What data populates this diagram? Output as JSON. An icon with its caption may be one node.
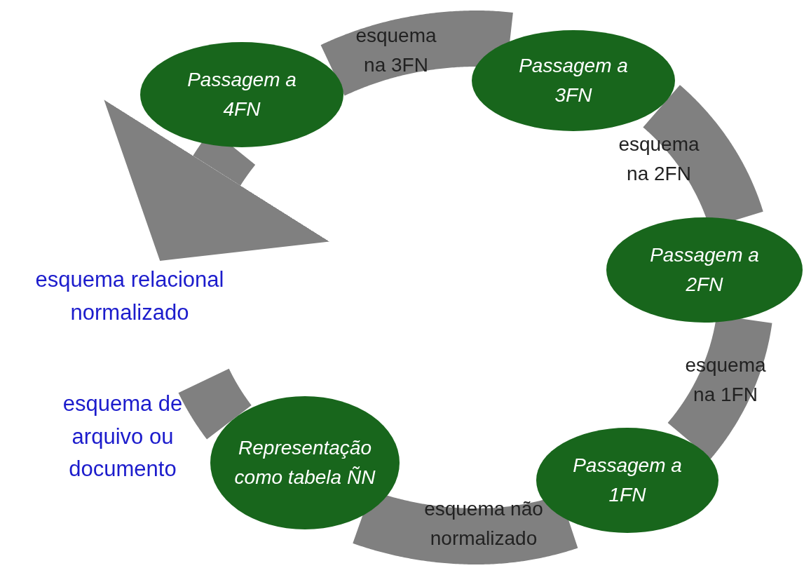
{
  "diagram": {
    "nodes": [
      {
        "text": [
          "Representação como tabela ÑN"
        ]
      },
      {
        "text": [
          "Passagem a 1FN"
        ]
      },
      {
        "text": [
          "Passagem a 2FN"
        ]
      },
      {
        "text": [
          "Passagem a 3FN"
        ]
      },
      {
        "text": [
          "Passagem a 4FN"
        ]
      },
      {
        "text": [
          "esquema relacional normalizado"
        ]
      }
    ],
    "edges": [
      {
        "from": null,
        "to": 0,
        "arrow": "none"
      },
      {
        "from": 0,
        "to": 1,
        "arrow": "none",
        "label": "esquema não normalizado"
      },
      {
        "from": 1,
        "to": 2,
        "arrow": "none",
        "label": "esquema na 1FN"
      },
      {
        "from": 2,
        "to": 3,
        "arrow": "none",
        "label": "esquema na 2FN"
      },
      {
        "from": 3,
        "to": 4,
        "arrow": "none",
        "label": "esquema na 3FN"
      },
      {
        "from": 4,
        "to": 5,
        "arrow": "to"
      }
    ],
    "labels": [
      "esquema de arquivo ou documento"
    ]
  }
}
